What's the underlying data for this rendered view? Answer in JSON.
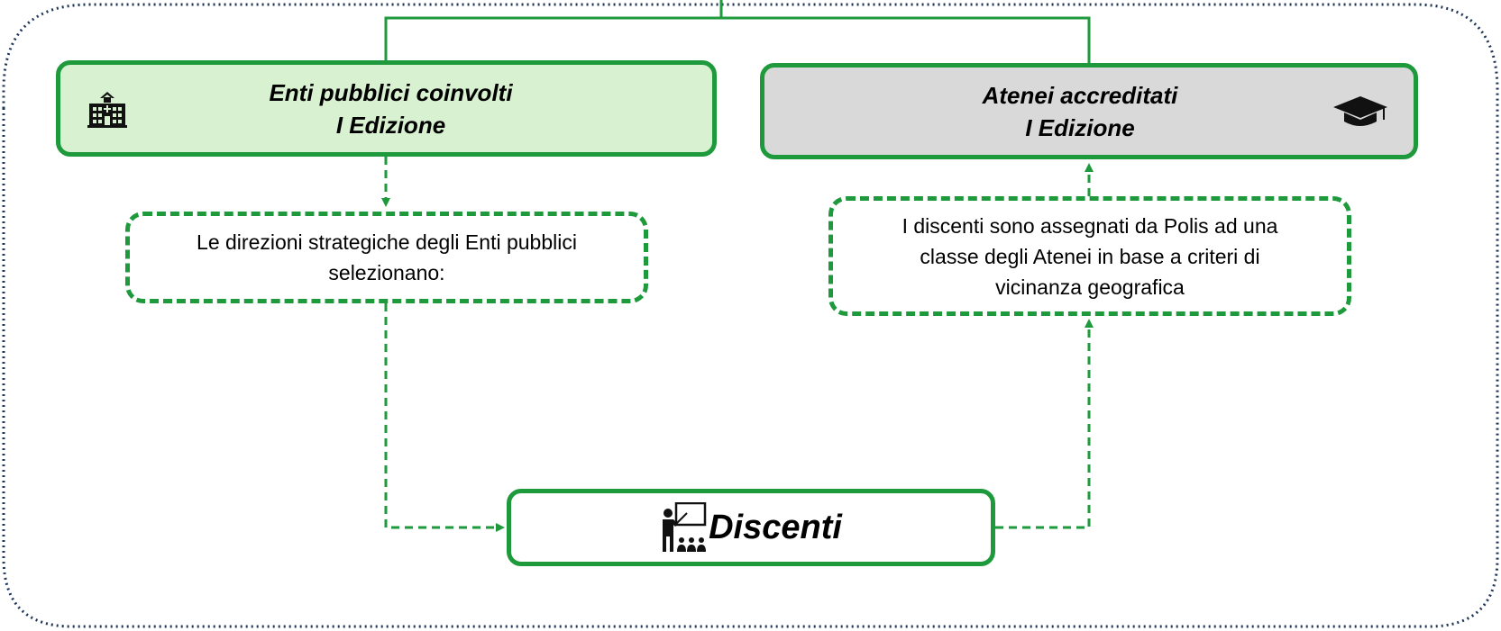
{
  "colors": {
    "accent": "#1e9a3d",
    "enti_fill": "#d8f1d0",
    "atenei_fill": "#d9d9d9",
    "outer_border": "#1f3557"
  },
  "enti": {
    "title_line1": "Enti pubblici coinvolti",
    "title_line2": "I Edizione",
    "icon": "government-building-icon"
  },
  "atenei": {
    "title_line1": "Atenei accreditati",
    "title_line2": "I Edizione",
    "icon": "graduation-cap-icon"
  },
  "selection_note": {
    "line1": "Le direzioni strategiche degli Enti pubblici",
    "line2": "selezionano:"
  },
  "assignment_note": {
    "line1": "I discenti sono assegnati da Polis ad una",
    "line2": "classe degli Atenei in base a criteri di",
    "line3": "vicinanza geografica"
  },
  "discenti": {
    "label": "Discenti",
    "icon": "teacher-classroom-icon"
  }
}
